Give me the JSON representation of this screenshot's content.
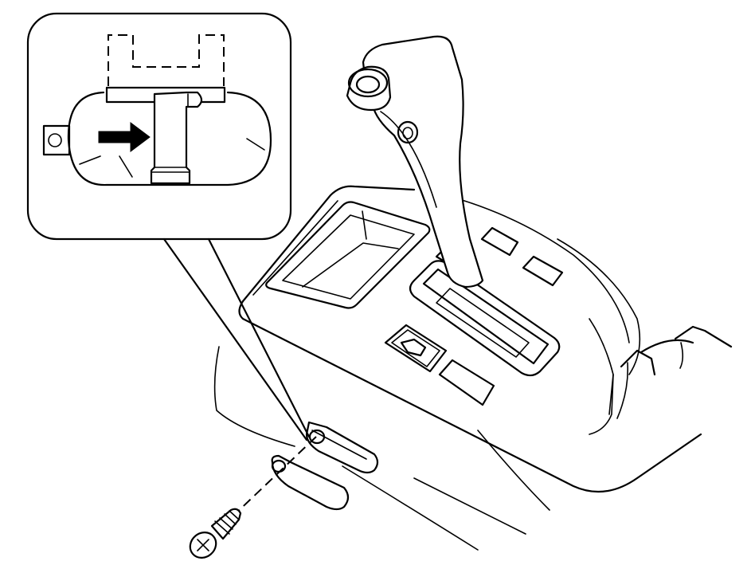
{
  "diagram": {
    "colors": {
      "line": "#000000",
      "background": "#ffffff"
    },
    "parts": [
      {
        "id": "shift-lever",
        "icon": "shift-lever-icon"
      },
      {
        "id": "center-console",
        "icon": "console-icon"
      },
      {
        "id": "lock-release-slot",
        "icon": "release-slot-icon"
      },
      {
        "id": "screw",
        "icon": "screw-icon"
      },
      {
        "id": "detail-inset",
        "icon": "magnified-detail-icon"
      },
      {
        "id": "push-arrow",
        "icon": "arrow-right-icon"
      }
    ]
  }
}
